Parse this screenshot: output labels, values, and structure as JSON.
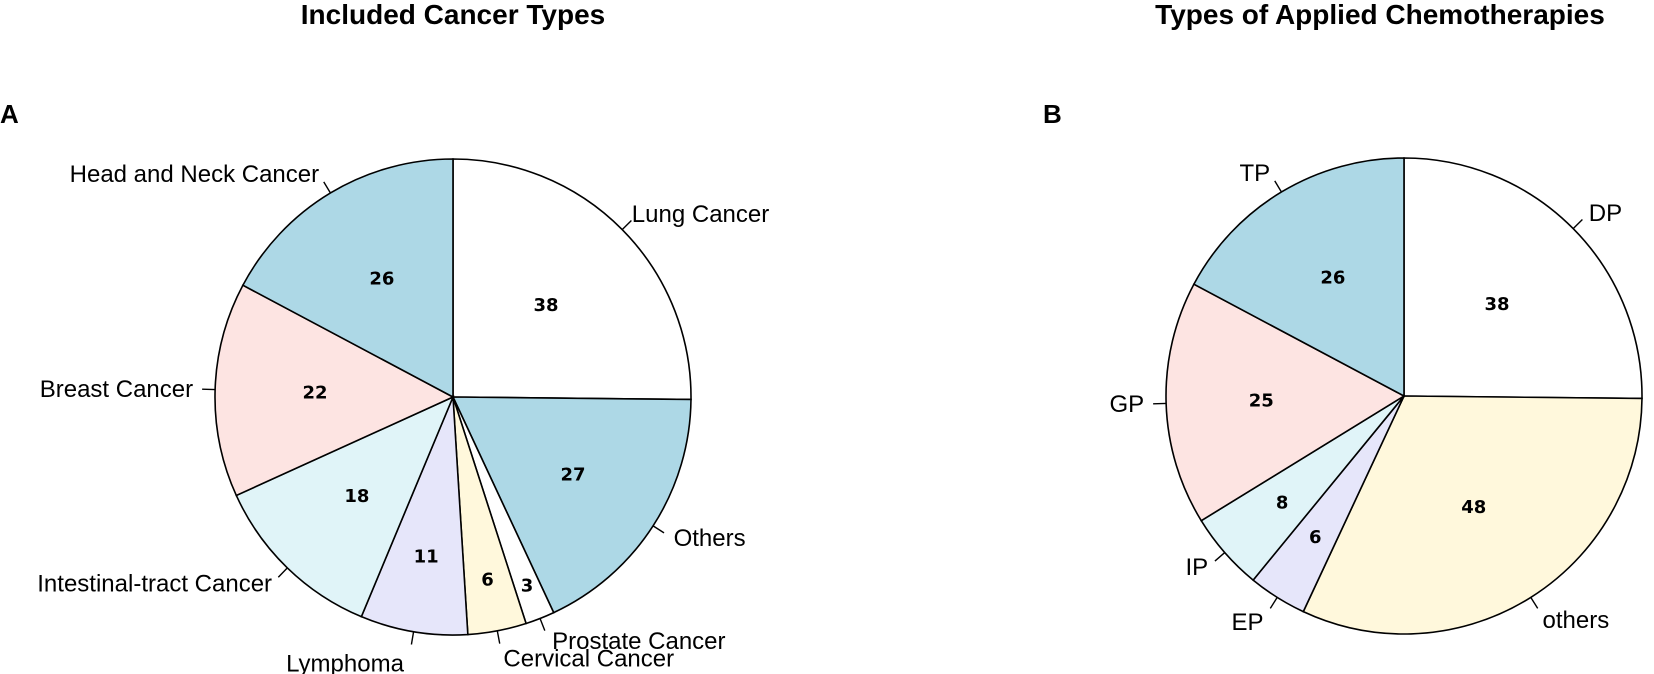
{
  "chart_data": [
    {
      "type": "pie",
      "panel": "A",
      "title": "Included Cancer Types",
      "categories": [
        "Lung Cancer",
        "Others",
        "Prostate Cancer",
        "Cervical Cancer",
        "Lymphoma",
        "Intestinal-tract Cancer",
        "Breast Cancer",
        "Head and Neck Cancer"
      ],
      "values": [
        38,
        27,
        3,
        6,
        11,
        18,
        22,
        26
      ],
      "colors": [
        "#ffffff",
        "#add8e6",
        "#ffffff",
        "#fff8dc",
        "#e6e6fa",
        "#e0f4f8",
        "#fde4e2",
        "#add8e6"
      ]
    },
    {
      "type": "pie",
      "panel": "B",
      "title": "Types of Applied Chemotherapies",
      "categories": [
        "DP",
        "others",
        "EP",
        "IP",
        "GP",
        "TP"
      ],
      "values": [
        38,
        48,
        6,
        8,
        25,
        26
      ],
      "colors": [
        "#ffffff",
        "#fff8dc",
        "#e6e6fa",
        "#e0f4f8",
        "#fde4e2",
        "#add8e6"
      ]
    }
  ]
}
